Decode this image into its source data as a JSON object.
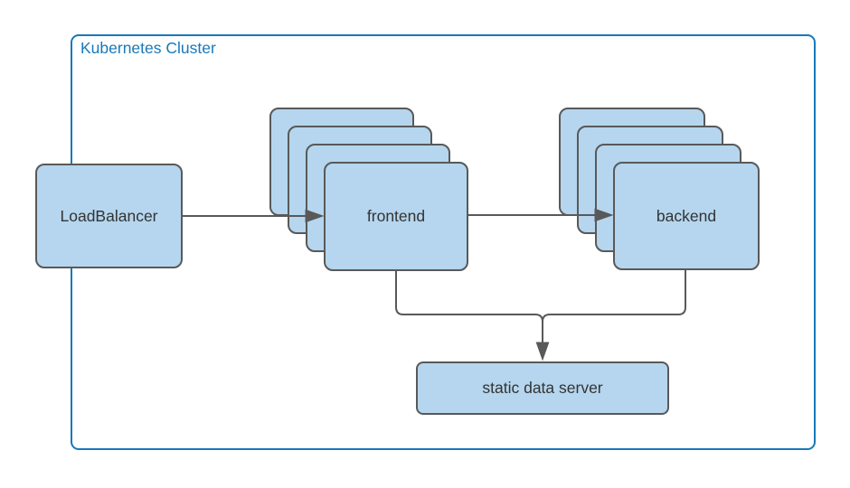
{
  "diagram": {
    "title": "Kubernetes Cluster",
    "cluster": {
      "label": "Kubernetes Cluster"
    },
    "nodes": {
      "load_balancer": {
        "label": "LoadBalancer",
        "stack_count": 1
      },
      "frontend": {
        "label": "frontend",
        "stack_count": 4
      },
      "backend": {
        "label": "backend",
        "stack_count": 4
      },
      "static_data_server": {
        "label": "static data server",
        "stack_count": 1
      }
    },
    "edges": [
      {
        "from": "load_balancer",
        "to": "frontend"
      },
      {
        "from": "frontend",
        "to": "backend"
      },
      {
        "from": "frontend",
        "to": "static_data_server"
      },
      {
        "from": "backend",
        "to": "static_data_server"
      }
    ],
    "colors": {
      "cluster_border": "#1779ba",
      "cluster_label_text": "#1779ba",
      "node_fill": "#b5d6ee",
      "node_border": "#595959",
      "node_text": "#333333",
      "edge_stroke": "#595959",
      "background": "#ffffff"
    }
  }
}
